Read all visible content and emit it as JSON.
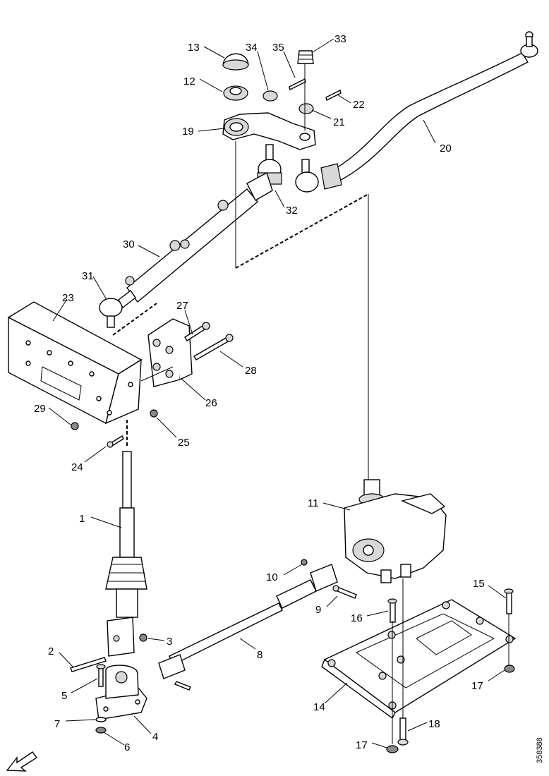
{
  "document_id": "358388",
  "callouts": [
    {
      "id": "1",
      "text": "1"
    },
    {
      "id": "2",
      "text": "2"
    },
    {
      "id": "3",
      "text": "3"
    },
    {
      "id": "4",
      "text": "4"
    },
    {
      "id": "5",
      "text": "5"
    },
    {
      "id": "6",
      "text": "6"
    },
    {
      "id": "7",
      "text": "7"
    },
    {
      "id": "8",
      "text": "8"
    },
    {
      "id": "9",
      "text": "9"
    },
    {
      "id": "10",
      "text": "10"
    },
    {
      "id": "11",
      "text": "11"
    },
    {
      "id": "12",
      "text": "12"
    },
    {
      "id": "13",
      "text": "13"
    },
    {
      "id": "14",
      "text": "14"
    },
    {
      "id": "15",
      "text": "15"
    },
    {
      "id": "16",
      "text": "16"
    },
    {
      "id": "17a",
      "text": "17"
    },
    {
      "id": "17b",
      "text": "17"
    },
    {
      "id": "18",
      "text": "18"
    },
    {
      "id": "19",
      "text": "19"
    },
    {
      "id": "20",
      "text": "20"
    },
    {
      "id": "21",
      "text": "21"
    },
    {
      "id": "22",
      "text": "22"
    },
    {
      "id": "23",
      "text": "23"
    },
    {
      "id": "24",
      "text": "24"
    },
    {
      "id": "25",
      "text": "25"
    },
    {
      "id": "26",
      "text": "26"
    },
    {
      "id": "27",
      "text": "27"
    },
    {
      "id": "28",
      "text": "28"
    },
    {
      "id": "29",
      "text": "29"
    },
    {
      "id": "30",
      "text": "30"
    },
    {
      "id": "31",
      "text": "31"
    },
    {
      "id": "32",
      "text": "32"
    },
    {
      "id": "33",
      "text": "33"
    },
    {
      "id": "34",
      "text": "34"
    },
    {
      "id": "35",
      "text": "35"
    }
  ]
}
